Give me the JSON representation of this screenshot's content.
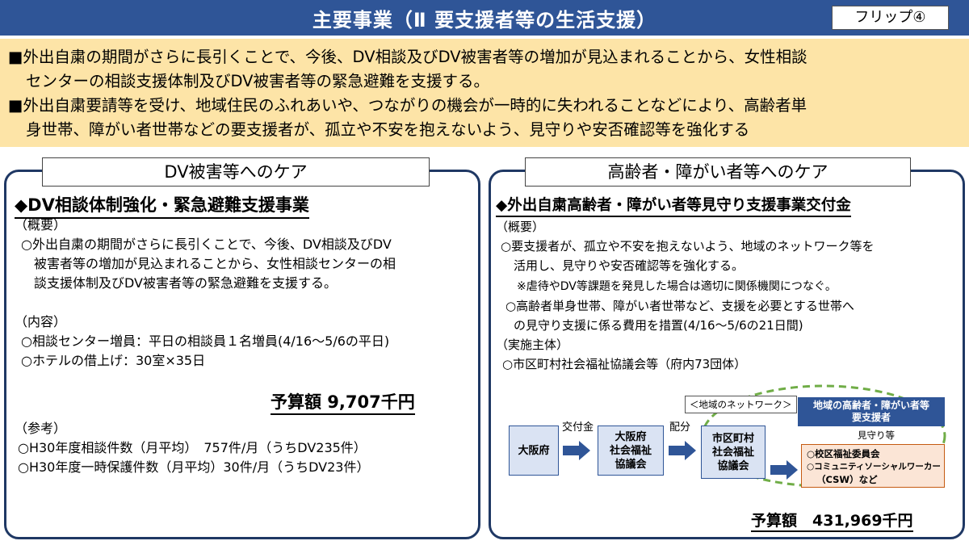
{
  "header": {
    "title": "主要事業（Ⅱ 要支援者等の生活支援）",
    "flip": "フリップ④"
  },
  "summary": {
    "items": [
      {
        "line1": "■外出自粛の期間がさらに長引くことで、今後、DV相談及びDV被害者等の増加が見込まれることから、女性相談",
        "line2": "センターの相談支援体制及びDV被害者等の緊急避難を支援する。"
      },
      {
        "line1": "■外出自粛要請等を受け、地域住民のふれあいや、つながりの機会が一時的に失われることなどにより、高齢者単",
        "line2": "身世帯、障がい者世帯などの要支援者が、孤立や不安を抱えないよう、見守りや安否確認等を強化する"
      }
    ]
  },
  "left": {
    "heading": "DV被害等へのケア",
    "section_title": "◆DV相談体制強化・緊急避難支援事業",
    "overview_label": "（概要）",
    "overview_lines": [
      "○外出自粛の期間がさらに長引くことで、今後、DV相談及びDV",
      "被害者等の増加が見込まれることから、女性相談センターの相",
      "談支援体制及びDV被害者等の緊急避難を支援する。"
    ],
    "content_label": "（内容）",
    "content_lines": [
      "○相談センター増員：平日の相談員１名増員(4/16～5/6の平日)",
      "○ホテルの借上げ：30室×35日"
    ],
    "budget": "予算額 9,707千円",
    "reference_label": "（参考）",
    "reference_lines": [
      "○H30年度相談件数（月平均）　757件/月（うちDV235件）",
      "○H30年度一時保護件数（月平均）30件/月（うちDV23件）"
    ]
  },
  "right": {
    "heading": "高齢者・障がい者等へのケア",
    "section_title": "◆外出自粛高齢者・障がい者等見守り支援事業交付金",
    "overview_label": "（概要）",
    "overview_lines": [
      "○要支援者が、孤立や不安を抱えないよう、地域のネットワーク等を",
      "活用し、見守りや安否確認等を強化する。",
      "※虐待やDV等課題を発見した場合は適切に関係機関につなぐ。",
      "○高齢者単身世帯、障がい者世帯など、支援を必要とする世帯へ",
      "の見守り支援に係る費用を措置(4/16～5/6の21日間)"
    ],
    "implementer_label": "（実施主体）",
    "implementer_line": "○市区町村社会福祉協議会等（府内73団体）",
    "diagram": {
      "network_label": "＜地域のネットワーク＞",
      "node_osaka": "大阪府",
      "grant_label": "交付金",
      "node_pref_council_1": "大阪府",
      "node_pref_council_2": "社会福祉",
      "node_pref_council_3": "協議会",
      "distribution_label": "配分",
      "node_city_council_1": "市区町村",
      "node_city_council_2": "社会福祉",
      "node_city_council_3": "協議会",
      "target_line1": "地域の高齢者・障がい者等",
      "target_line2": "要支援者",
      "watch_label": "見守り等",
      "csw_line1": "○校区福祉委員会",
      "csw_line2": "○コミュニティソーシャルワーカー",
      "csw_line3": "（CSW）など"
    },
    "budget": "予算額　431,969千円"
  },
  "colors": {
    "title_bar": "#2f5597",
    "summary_bg": "#fde4a7",
    "panel_border": "#1f3864",
    "node_fill": "#dae3f3",
    "arrow": "#2f5597",
    "dashed_ellipse": "#70ad47",
    "csw_fill": "#fbe5d6"
  }
}
